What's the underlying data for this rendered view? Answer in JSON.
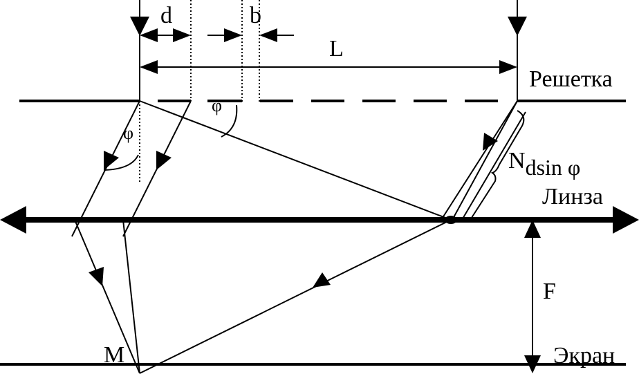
{
  "labels": {
    "d": "d",
    "b": "b",
    "L": "L",
    "grating": "Решетка",
    "lens": "Линза",
    "screen": "Экран",
    "focal": "F",
    "point": "M",
    "phi_top": "φ",
    "phi_left": "φ",
    "path_n": "N",
    "path_rest": "dsin φ"
  }
}
